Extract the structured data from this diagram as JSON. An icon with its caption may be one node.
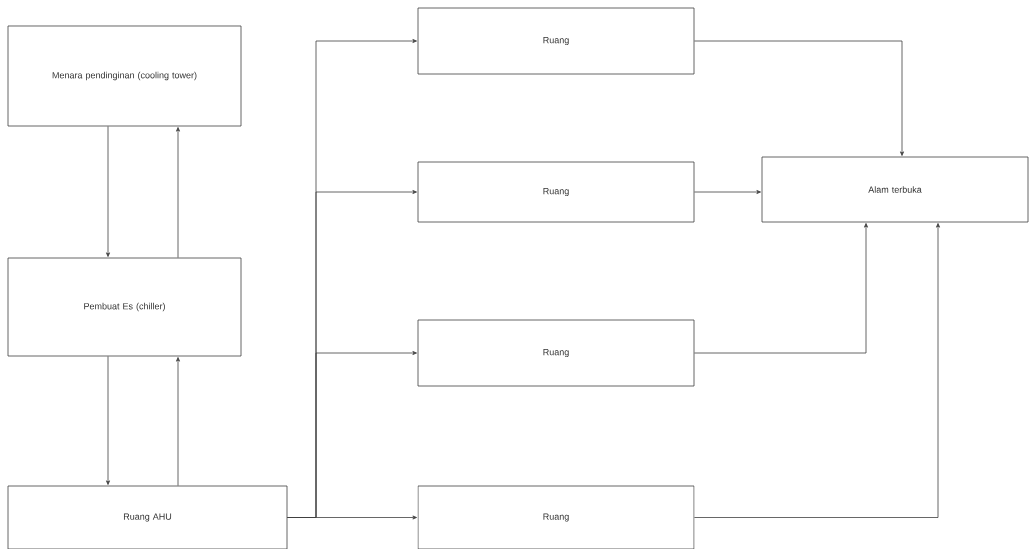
{
  "diagram": {
    "nodes": [
      {
        "text": [
          "Menara pendinginan (cooling tower)"
        ]
      },
      {
        "text": [
          "Pembuat Es (chiller)"
        ]
      },
      {
        "text": [
          "Ruang AHU"
        ]
      },
      {
        "text": [
          "Ruang"
        ]
      },
      {
        "text": [
          "Ruang"
        ]
      },
      {
        "text": [
          "Ruang"
        ]
      },
      {
        "text": [
          "Ruang"
        ]
      },
      {
        "text": [
          "Alam terbuka"
        ]
      }
    ],
    "edges": [
      {
        "from": 0,
        "to": 1,
        "arrow": "to"
      },
      {
        "from": 1,
        "to": 0,
        "arrow": "to"
      },
      {
        "from": 1,
        "to": 2,
        "arrow": "to"
      },
      {
        "from": 2,
        "to": 1,
        "arrow": "to"
      },
      {
        "from": 2,
        "to": 3,
        "arrow": "to"
      },
      {
        "from": 2,
        "to": 4,
        "arrow": "to"
      },
      {
        "from": 2,
        "to": 5,
        "arrow": "to"
      },
      {
        "from": 2,
        "to": 6,
        "arrow": "to"
      },
      {
        "from": 3,
        "to": 7,
        "arrow": "to"
      },
      {
        "from": 4,
        "to": 7,
        "arrow": "to"
      },
      {
        "from": 5,
        "to": 7,
        "arrow": "to"
      },
      {
        "from": 6,
        "to": 7,
        "arrow": "to"
      }
    ]
  }
}
